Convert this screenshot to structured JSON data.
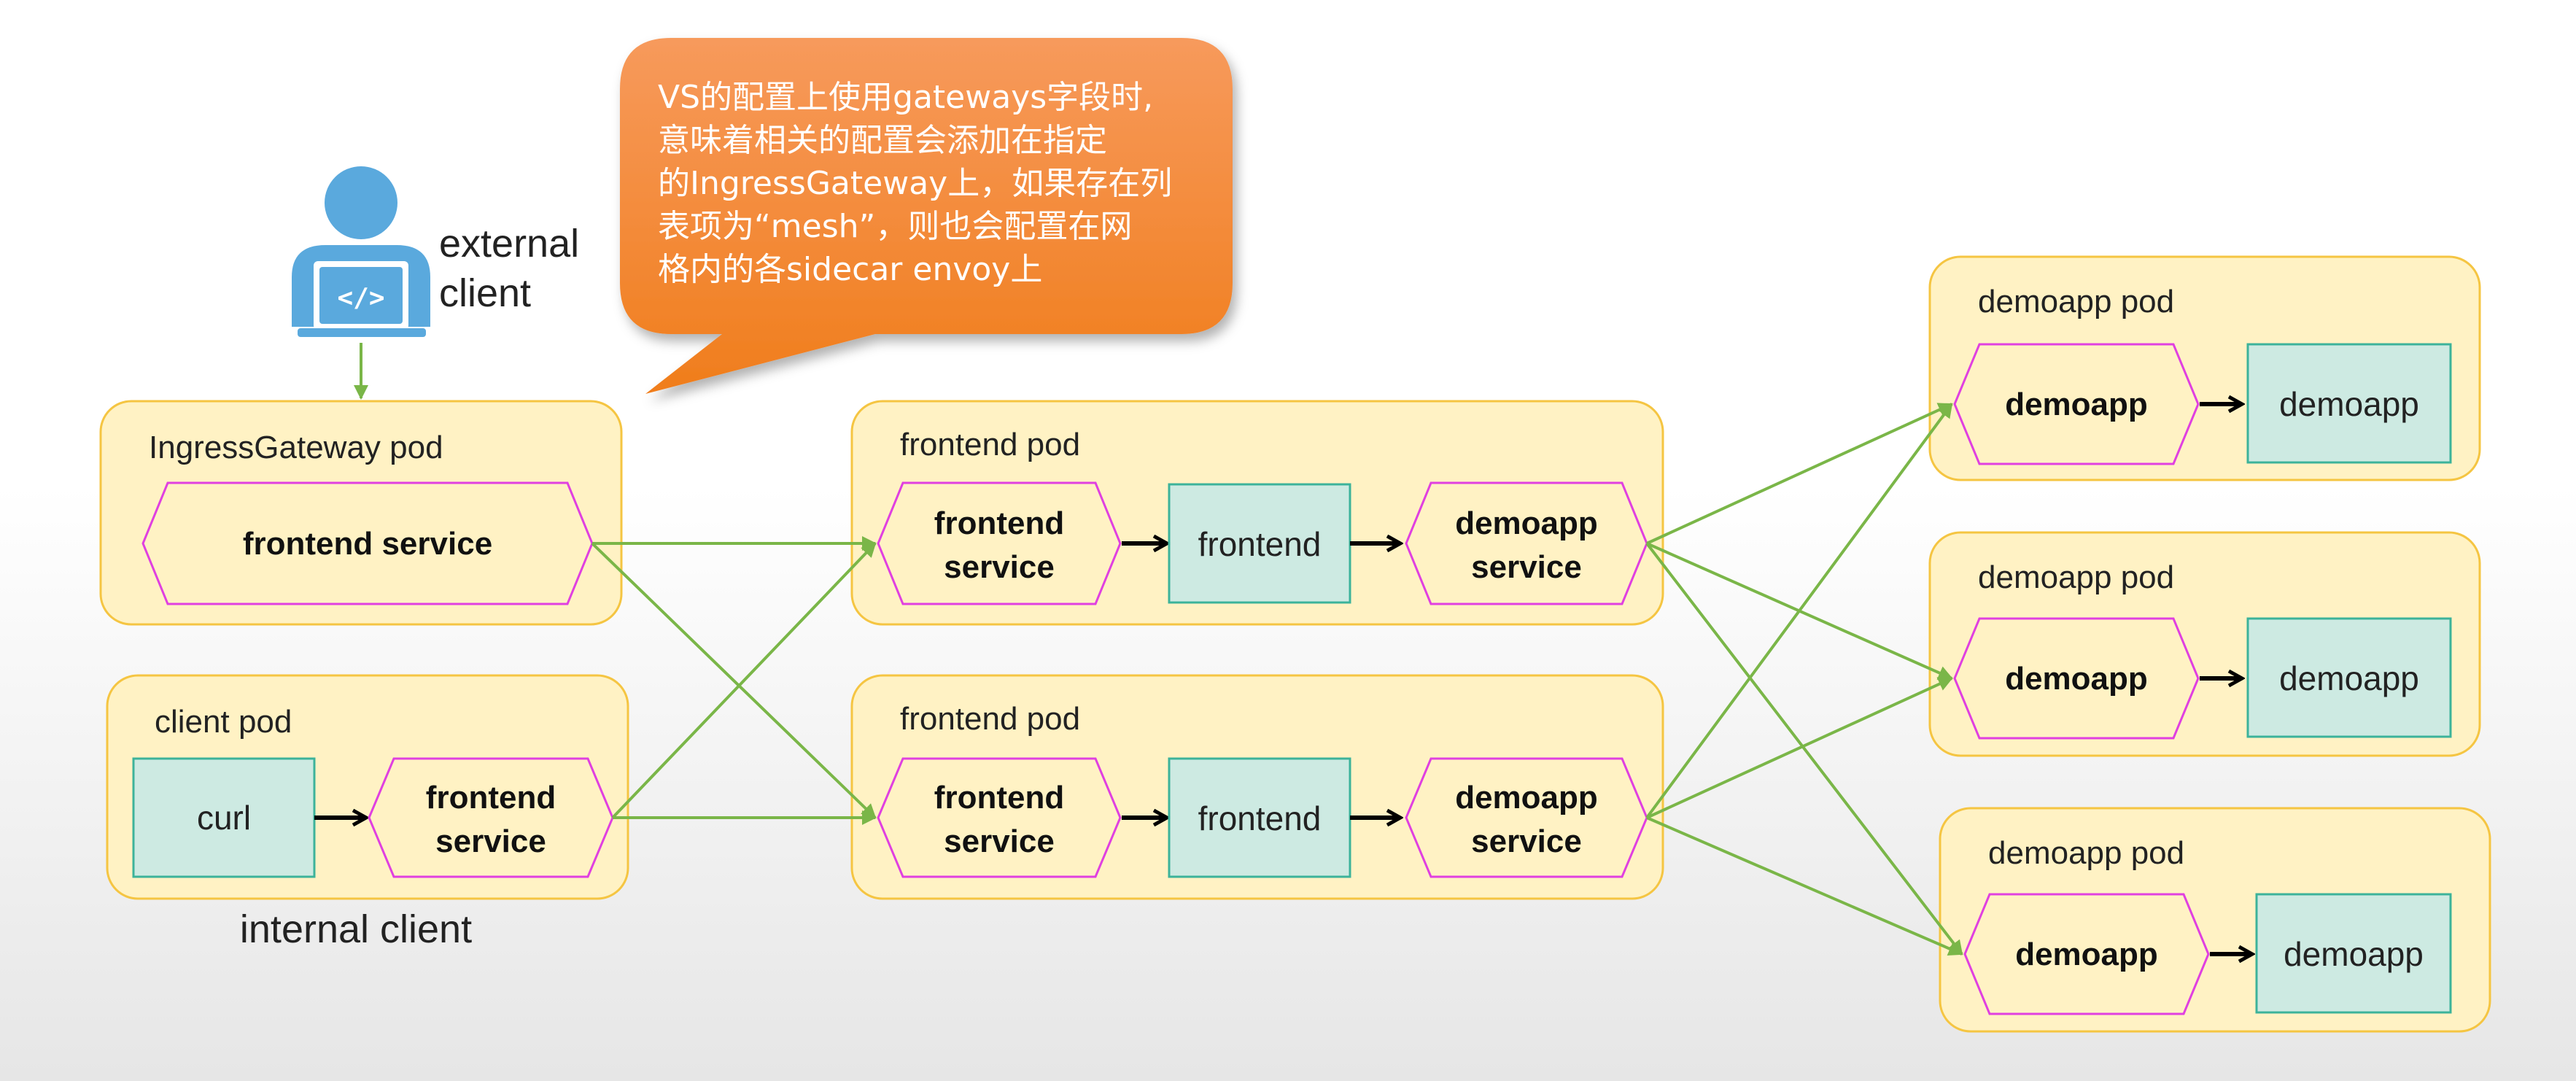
{
  "callout": {
    "lines": [
      "VS的配置上使用gateways字段时,",
      "意味着相关的配置会添加在指定",
      "的IngressGateway上，如果存在列",
      "表项为“mesh”，则也会配置在网",
      "格内的各sidecar envoy上"
    ]
  },
  "external_client": {
    "line1": "external",
    "line2": "client"
  },
  "internal_client": {
    "label": "internal client"
  },
  "ingress_pod": {
    "title": "IngressGateway pod",
    "service": "frontend service"
  },
  "client_pod": {
    "title": "client pod",
    "curl": "curl",
    "service_line1": "frontend",
    "service_line2": "service"
  },
  "frontend_pods": [
    {
      "title": "frontend pod",
      "svc_line1": "frontend",
      "svc_line2": "service",
      "app": "frontend",
      "demo_line1": "demoapp",
      "demo_line2": "service"
    },
    {
      "title": "frontend pod",
      "svc_line1": "frontend",
      "svc_line2": "service",
      "app": "frontend",
      "demo_line1": "demoapp",
      "demo_line2": "service"
    }
  ],
  "demoapp_pods": [
    {
      "title": "demoapp pod",
      "hex": "demoapp",
      "box": "demoapp"
    },
    {
      "title": "demoapp pod",
      "hex": "demoapp",
      "box": "demoapp"
    },
    {
      "title": "demoapp pod",
      "hex": "demoapp",
      "box": "demoapp"
    }
  ],
  "colors": {
    "pod_fill": "#fff2c4",
    "pod_stroke": "#f5c542",
    "hex_stroke": "#e040e0",
    "box_fill": "#cdeae2",
    "box_stroke": "#3cb39a",
    "green_arrow": "#7ab648",
    "callout_top": "#f79a5c",
    "callout_bottom": "#f07d1b",
    "user_icon": "#5aa9dd"
  }
}
